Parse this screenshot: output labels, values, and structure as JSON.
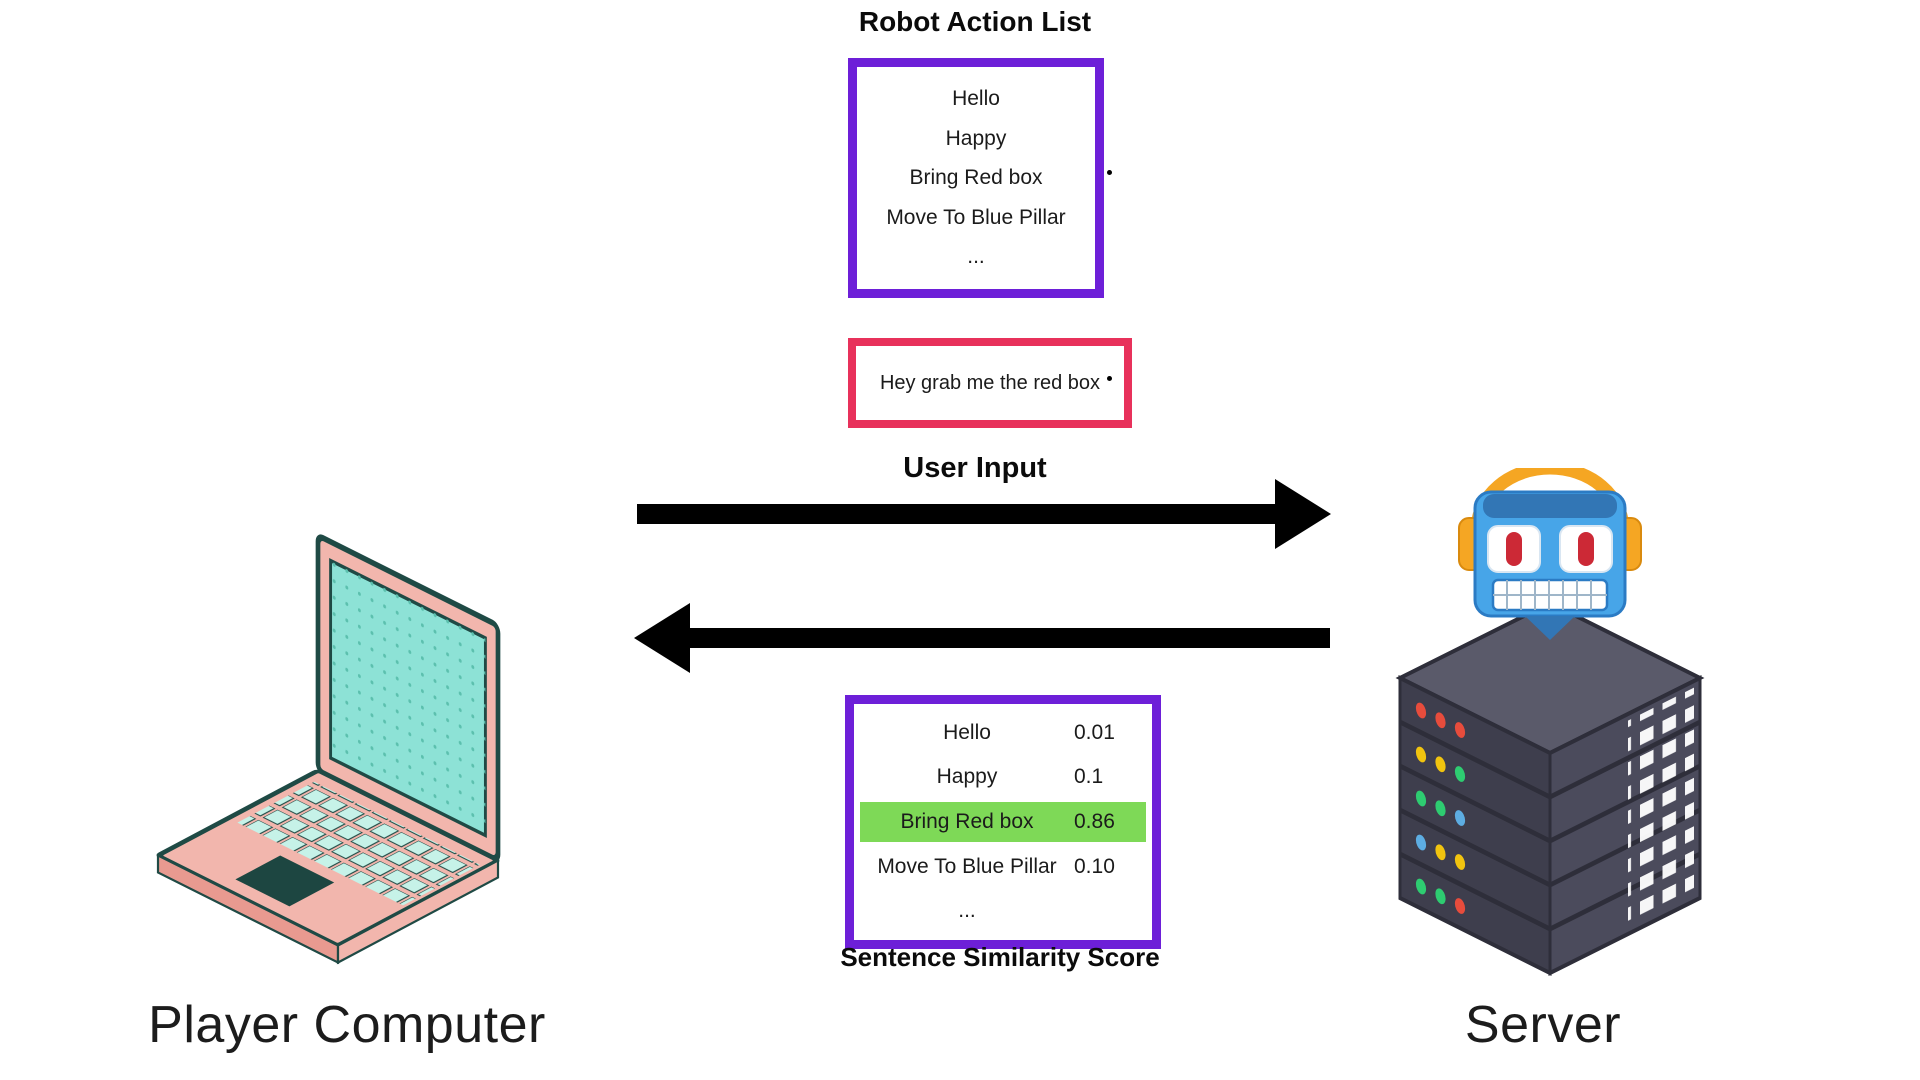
{
  "diagram": {
    "robot_action_list": {
      "title": "Robot Action List",
      "items": [
        "Hello",
        "Happy",
        "Bring Red box",
        "Move To Blue Pillar",
        "..."
      ]
    },
    "user_input_box": {
      "text": "Hey grab me the red box"
    },
    "user_input_label": "User Input",
    "similarity": {
      "title": "Sentence Similarity Score",
      "rows": [
        {
          "label": "Hello",
          "score": "0.01",
          "highlight": false
        },
        {
          "label": "Happy",
          "score": "0.1",
          "highlight": false
        },
        {
          "label": "Bring Red box",
          "score": "0.86",
          "highlight": true
        },
        {
          "label": "Move To Blue Pillar",
          "score": "0.10",
          "highlight": false
        },
        {
          "label": "...",
          "score": "",
          "highlight": false
        }
      ]
    },
    "nodes": {
      "left": "Player Computer",
      "right": "Server"
    },
    "colors": {
      "purple_border": "#6d1fd8",
      "pink_border": "#e8315b",
      "highlight_green": "#7ed957",
      "arrow_black": "#000000"
    }
  }
}
